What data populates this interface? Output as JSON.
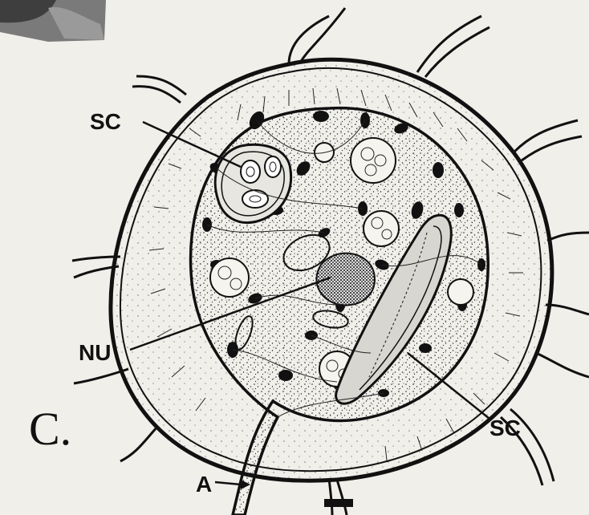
{
  "figure": {
    "panel_label": "C.",
    "labels": {
      "sc_top": "SC",
      "nu": "NU",
      "sc_bottom": "SC",
      "a": "A"
    },
    "colors": {
      "ink": "#111111",
      "paper": "#f1efea",
      "photo_fragment": "#6e6e6e"
    }
  }
}
